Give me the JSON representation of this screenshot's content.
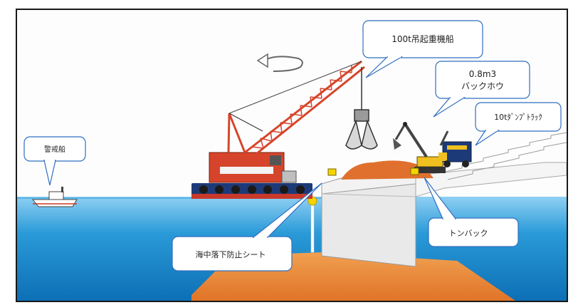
{
  "labels": {
    "crane_ship": "100t吊起重機船",
    "backhoe_line1": "0.8m3",
    "backhoe_line2": "バックホウ",
    "dump_truck": "10tﾀﾞﾝﾌﾟﾄﾗｯｸ",
    "guard_ship": "警戒船",
    "ton_bag": "トンバック",
    "sheet": "海中落下防止シート"
  },
  "colors": {
    "sea": "#1e8fd0",
    "sky": "#ffffff",
    "crane_red": "#d6452b",
    "barge_navy": "#1d3a78",
    "sediment": "#e07030",
    "quay": "#e8e8e8",
    "callout_border": "#2f6fc0"
  },
  "icons": {
    "rotation": "rotation-arrow-icon"
  }
}
